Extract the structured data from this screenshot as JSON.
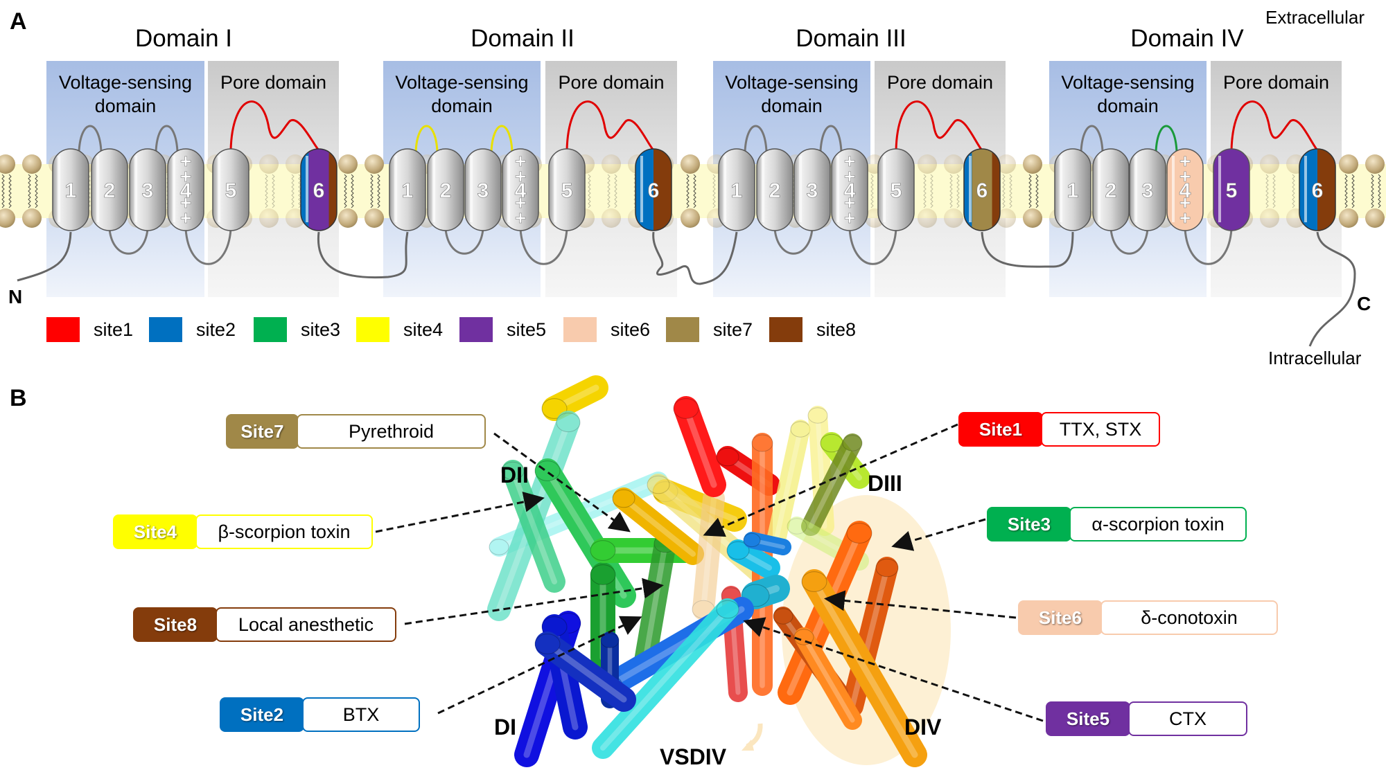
{
  "panel_a": {
    "letter": "A",
    "extracellular": "Extracellular",
    "intracellular": "Intracellular",
    "n_terminus": "N",
    "c_terminus": "C",
    "domains": [
      {
        "title": "Domain I",
        "vsd_label": "Voltage-sensing domain",
        "pore_label": "Pore domain",
        "helices": [
          "1",
          "2",
          "3",
          "4",
          "5",
          "6"
        ]
      },
      {
        "title": "Domain II",
        "vsd_label": "Voltage-sensing domain",
        "pore_label": "Pore domain",
        "helices": [
          "1",
          "2",
          "3",
          "4",
          "5",
          "6"
        ]
      },
      {
        "title": "Domain III",
        "vsd_label": "Voltage-sensing domain",
        "pore_label": "Pore domain",
        "helices": [
          "1",
          "2",
          "3",
          "4",
          "5",
          "6"
        ]
      },
      {
        "title": "Domain IV",
        "vsd_label": "Voltage-sensing domain",
        "pore_label": "Pore domain",
        "helices": [
          "1",
          "2",
          "3",
          "4",
          "5",
          "6"
        ]
      }
    ],
    "s4_charge_symbol": "+",
    "legend": [
      {
        "label": "site1",
        "color": "#ff0000"
      },
      {
        "label": "site2",
        "color": "#0070c0"
      },
      {
        "label": "site3",
        "color": "#00b050"
      },
      {
        "label": "site4",
        "color": "#ffff00"
      },
      {
        "label": "site5",
        "color": "#7030a0"
      },
      {
        "label": "site6",
        "color": "#f8cbad"
      },
      {
        "label": "site7",
        "color": "#a08848"
      },
      {
        "label": "site8",
        "color": "#843c0c"
      }
    ]
  },
  "panel_b": {
    "letter": "B",
    "domain_labels": {
      "d1": "DI",
      "d2": "DII",
      "d3": "DIII",
      "d4": "DIV",
      "vsd4": "VSDIV"
    },
    "sites": [
      {
        "tag": "Site7",
        "ligand": "Pyrethroid",
        "color": "#a08848"
      },
      {
        "tag": "Site4",
        "ligand": "β-scorpion toxin",
        "color": "#ffff00"
      },
      {
        "tag": "Site8",
        "ligand": "Local anesthetic",
        "color": "#843c0c"
      },
      {
        "tag": "Site2",
        "ligand": "BTX",
        "color": "#0070c0"
      },
      {
        "tag": "Site1",
        "ligand": "TTX, STX",
        "color": "#ff0000"
      },
      {
        "tag": "Site3",
        "ligand": "α-scorpion toxin",
        "color": "#00b050"
      },
      {
        "tag": "Site6",
        "ligand": "δ-conotoxin",
        "color": "#f8cbad"
      },
      {
        "tag": "Site5",
        "ligand": "CTX",
        "color": "#7030a0"
      }
    ]
  }
}
